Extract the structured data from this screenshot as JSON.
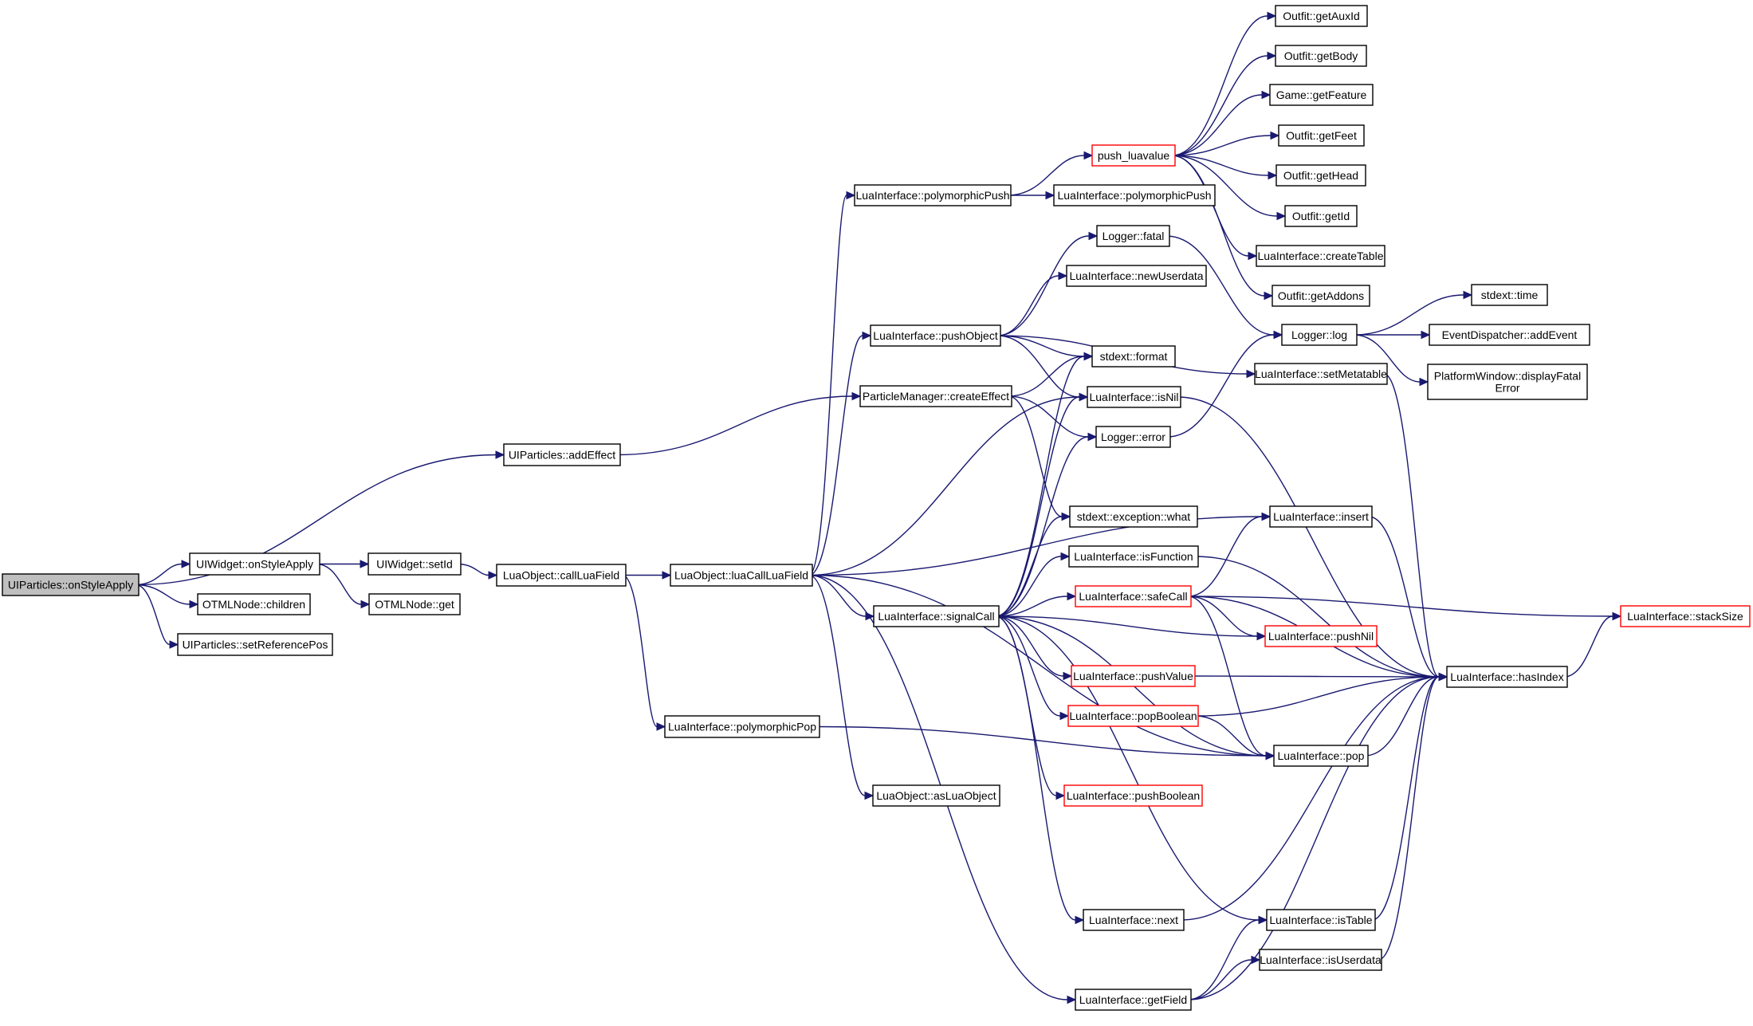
{
  "diagram": {
    "type": "call-graph",
    "colors": {
      "edge": "#191970",
      "border": "#000000",
      "truncated_border": "#ff0000",
      "root_fill": "#bfbfbf",
      "background": "#ffffff"
    },
    "nodes": [
      {
        "id": "root",
        "lines": [
          "UIParticles::onStyleApply"
        ],
        "style": "root"
      },
      {
        "id": "addEffect",
        "lines": [
          "UIParticles::addEffect"
        ],
        "style": "normal"
      },
      {
        "id": "wOnStyleApply",
        "lines": [
          "UIWidget::onStyleApply"
        ],
        "style": "normal"
      },
      {
        "id": "children",
        "lines": [
          "OTMLNode::children"
        ],
        "style": "normal"
      },
      {
        "id": "setRefPos",
        "lines": [
          "UIParticles::setReferencePos"
        ],
        "style": "normal"
      },
      {
        "id": "setId",
        "lines": [
          "UIWidget::setId"
        ],
        "style": "normal"
      },
      {
        "id": "otmlGet",
        "lines": [
          "OTMLNode::get"
        ],
        "style": "normal"
      },
      {
        "id": "callLuaField",
        "lines": [
          "LuaObject::callLuaField"
        ],
        "style": "normal"
      },
      {
        "id": "luaCallLuaField",
        "lines": [
          "LuaObject::luaCallLuaField"
        ],
        "style": "normal"
      },
      {
        "id": "polyPop",
        "lines": [
          "LuaInterface::polymorphicPop"
        ],
        "style": "normal"
      },
      {
        "id": "polyPush1",
        "lines": [
          "LuaInterface::polymorphicPush"
        ],
        "style": "normal"
      },
      {
        "id": "polyPush2",
        "lines": [
          "LuaInterface::polymorphicPush"
        ],
        "style": "normal"
      },
      {
        "id": "pushLuavalue",
        "lines": [
          "push_luavalue"
        ],
        "style": "truncated"
      },
      {
        "id": "getAuxId",
        "lines": [
          "Outfit::getAuxId"
        ],
        "style": "normal"
      },
      {
        "id": "getBody",
        "lines": [
          "Outfit::getBody"
        ],
        "style": "normal"
      },
      {
        "id": "getFeature",
        "lines": [
          "Game::getFeature"
        ],
        "style": "normal"
      },
      {
        "id": "getFeet",
        "lines": [
          "Outfit::getFeet"
        ],
        "style": "normal"
      },
      {
        "id": "getHead",
        "lines": [
          "Outfit::getHead"
        ],
        "style": "normal"
      },
      {
        "id": "getId",
        "lines": [
          "Outfit::getId"
        ],
        "style": "normal"
      },
      {
        "id": "createTable",
        "lines": [
          "LuaInterface::createTable"
        ],
        "style": "normal"
      },
      {
        "id": "getAddons",
        "lines": [
          "Outfit::getAddons"
        ],
        "style": "normal"
      },
      {
        "id": "fatal",
        "lines": [
          "Logger::fatal"
        ],
        "style": "normal"
      },
      {
        "id": "newUserdata",
        "lines": [
          "LuaInterface::newUserdata"
        ],
        "style": "normal"
      },
      {
        "id": "pushObject",
        "lines": [
          "LuaInterface::pushObject"
        ],
        "style": "normal"
      },
      {
        "id": "format",
        "lines": [
          "stdext::format"
        ],
        "style": "normal"
      },
      {
        "id": "createEffect",
        "lines": [
          "ParticleManager::createEffect"
        ],
        "style": "normal"
      },
      {
        "id": "isNil",
        "lines": [
          "LuaInterface::isNil"
        ],
        "style": "normal"
      },
      {
        "id": "logError",
        "lines": [
          "Logger::error"
        ],
        "style": "normal"
      },
      {
        "id": "what",
        "lines": [
          "stdext::exception::what"
        ],
        "style": "normal"
      },
      {
        "id": "isFunction",
        "lines": [
          "LuaInterface::isFunction"
        ],
        "style": "normal"
      },
      {
        "id": "signalCall",
        "lines": [
          "LuaInterface::signalCall"
        ],
        "style": "normal"
      },
      {
        "id": "safeCall",
        "lines": [
          "LuaInterface::safeCall"
        ],
        "style": "truncated"
      },
      {
        "id": "pushValue",
        "lines": [
          "LuaInterface::pushValue"
        ],
        "style": "truncated"
      },
      {
        "id": "popBoolean",
        "lines": [
          "LuaInterface::popBoolean"
        ],
        "style": "truncated"
      },
      {
        "id": "pushBoolean",
        "lines": [
          "LuaInterface::pushBoolean"
        ],
        "style": "truncated"
      },
      {
        "id": "asLuaObject",
        "lines": [
          "LuaObject::asLuaObject"
        ],
        "style": "normal"
      },
      {
        "id": "next",
        "lines": [
          "LuaInterface::next"
        ],
        "style": "normal"
      },
      {
        "id": "getField",
        "lines": [
          "LuaInterface::getField"
        ],
        "style": "normal"
      },
      {
        "id": "log",
        "lines": [
          "Logger::log"
        ],
        "style": "normal"
      },
      {
        "id": "time",
        "lines": [
          "stdext::time"
        ],
        "style": "normal"
      },
      {
        "id": "addEvent",
        "lines": [
          "EventDispatcher::addEvent"
        ],
        "style": "normal"
      },
      {
        "id": "displayFatal",
        "lines": [
          "PlatformWindow::displayFatal",
          "Error"
        ],
        "style": "normal"
      },
      {
        "id": "setMetatable",
        "lines": [
          "LuaInterface::setMetatable"
        ],
        "style": "normal"
      },
      {
        "id": "insert",
        "lines": [
          "LuaInterface::insert"
        ],
        "style": "normal"
      },
      {
        "id": "pushNil",
        "lines": [
          "LuaInterface::pushNil"
        ],
        "style": "truncated"
      },
      {
        "id": "hasIndex",
        "lines": [
          "LuaInterface::hasIndex"
        ],
        "style": "normal"
      },
      {
        "id": "stackSize",
        "lines": [
          "LuaInterface::stackSize"
        ],
        "style": "truncated"
      },
      {
        "id": "pop",
        "lines": [
          "LuaInterface::pop"
        ],
        "style": "normal"
      },
      {
        "id": "isTable",
        "lines": [
          "LuaInterface::isTable"
        ],
        "style": "normal"
      },
      {
        "id": "isUserdata",
        "lines": [
          "LuaInterface::isUserdata"
        ],
        "style": "normal"
      }
    ],
    "edges": [
      [
        "root",
        "addEffect"
      ],
      [
        "root",
        "wOnStyleApply"
      ],
      [
        "root",
        "children"
      ],
      [
        "root",
        "setRefPos"
      ],
      [
        "addEffect",
        "createEffect"
      ],
      [
        "wOnStyleApply",
        "setId"
      ],
      [
        "wOnStyleApply",
        "otmlGet"
      ],
      [
        "setId",
        "callLuaField"
      ],
      [
        "callLuaField",
        "luaCallLuaField"
      ],
      [
        "callLuaField",
        "polyPop"
      ],
      [
        "luaCallLuaField",
        "polyPush1"
      ],
      [
        "luaCallLuaField",
        "pushObject"
      ],
      [
        "luaCallLuaField",
        "isNil"
      ],
      [
        "luaCallLuaField",
        "insert"
      ],
      [
        "luaCallLuaField",
        "signalCall"
      ],
      [
        "luaCallLuaField",
        "asLuaObject"
      ],
      [
        "luaCallLuaField",
        "pop"
      ],
      [
        "luaCallLuaField",
        "getField"
      ],
      [
        "polyPush1",
        "pushLuavalue"
      ],
      [
        "polyPush1",
        "polyPush2"
      ],
      [
        "pushLuavalue",
        "getAuxId"
      ],
      [
        "pushLuavalue",
        "getBody"
      ],
      [
        "pushLuavalue",
        "getFeature"
      ],
      [
        "pushLuavalue",
        "getFeet"
      ],
      [
        "pushLuavalue",
        "getHead"
      ],
      [
        "pushLuavalue",
        "getId"
      ],
      [
        "pushLuavalue",
        "createTable"
      ],
      [
        "pushLuavalue",
        "getAddons"
      ],
      [
        "pushObject",
        "fatal"
      ],
      [
        "pushObject",
        "newUserdata"
      ],
      [
        "pushObject",
        "format"
      ],
      [
        "pushObject",
        "isNil"
      ],
      [
        "pushObject",
        "setMetatable"
      ],
      [
        "createEffect",
        "format"
      ],
      [
        "createEffect",
        "logError"
      ],
      [
        "createEffect",
        "what"
      ],
      [
        "fatal",
        "log"
      ],
      [
        "logError",
        "log"
      ],
      [
        "log",
        "time"
      ],
      [
        "log",
        "addEvent"
      ],
      [
        "log",
        "displayFatal"
      ],
      [
        "signalCall",
        "format"
      ],
      [
        "signalCall",
        "isNil"
      ],
      [
        "signalCall",
        "logError"
      ],
      [
        "signalCall",
        "what"
      ],
      [
        "signalCall",
        "isFunction"
      ],
      [
        "signalCall",
        "safeCall"
      ],
      [
        "signalCall",
        "pushNil"
      ],
      [
        "signalCall",
        "pushValue"
      ],
      [
        "signalCall",
        "popBoolean"
      ],
      [
        "signalCall",
        "pushBoolean"
      ],
      [
        "signalCall",
        "pop"
      ],
      [
        "signalCall",
        "next"
      ],
      [
        "signalCall",
        "isTable"
      ],
      [
        "safeCall",
        "insert"
      ],
      [
        "safeCall",
        "pushNil"
      ],
      [
        "safeCall",
        "stackSize"
      ],
      [
        "safeCall",
        "hasIndex"
      ],
      [
        "safeCall",
        "pop"
      ],
      [
        "isFunction",
        "hasIndex"
      ],
      [
        "isNil",
        "hasIndex"
      ],
      [
        "setMetatable",
        "hasIndex"
      ],
      [
        "insert",
        "hasIndex"
      ],
      [
        "pushValue",
        "hasIndex"
      ],
      [
        "popBoolean",
        "hasIndex"
      ],
      [
        "popBoolean",
        "pop"
      ],
      [
        "pop",
        "hasIndex"
      ],
      [
        "next",
        "hasIndex"
      ],
      [
        "isTable",
        "hasIndex"
      ],
      [
        "isUserdata",
        "hasIndex"
      ],
      [
        "getField",
        "isTable"
      ],
      [
        "getField",
        "isUserdata"
      ],
      [
        "getField",
        "hasIndex"
      ],
      [
        "polyPop",
        "pop"
      ],
      [
        "hasIndex",
        "stackSize"
      ]
    ]
  }
}
